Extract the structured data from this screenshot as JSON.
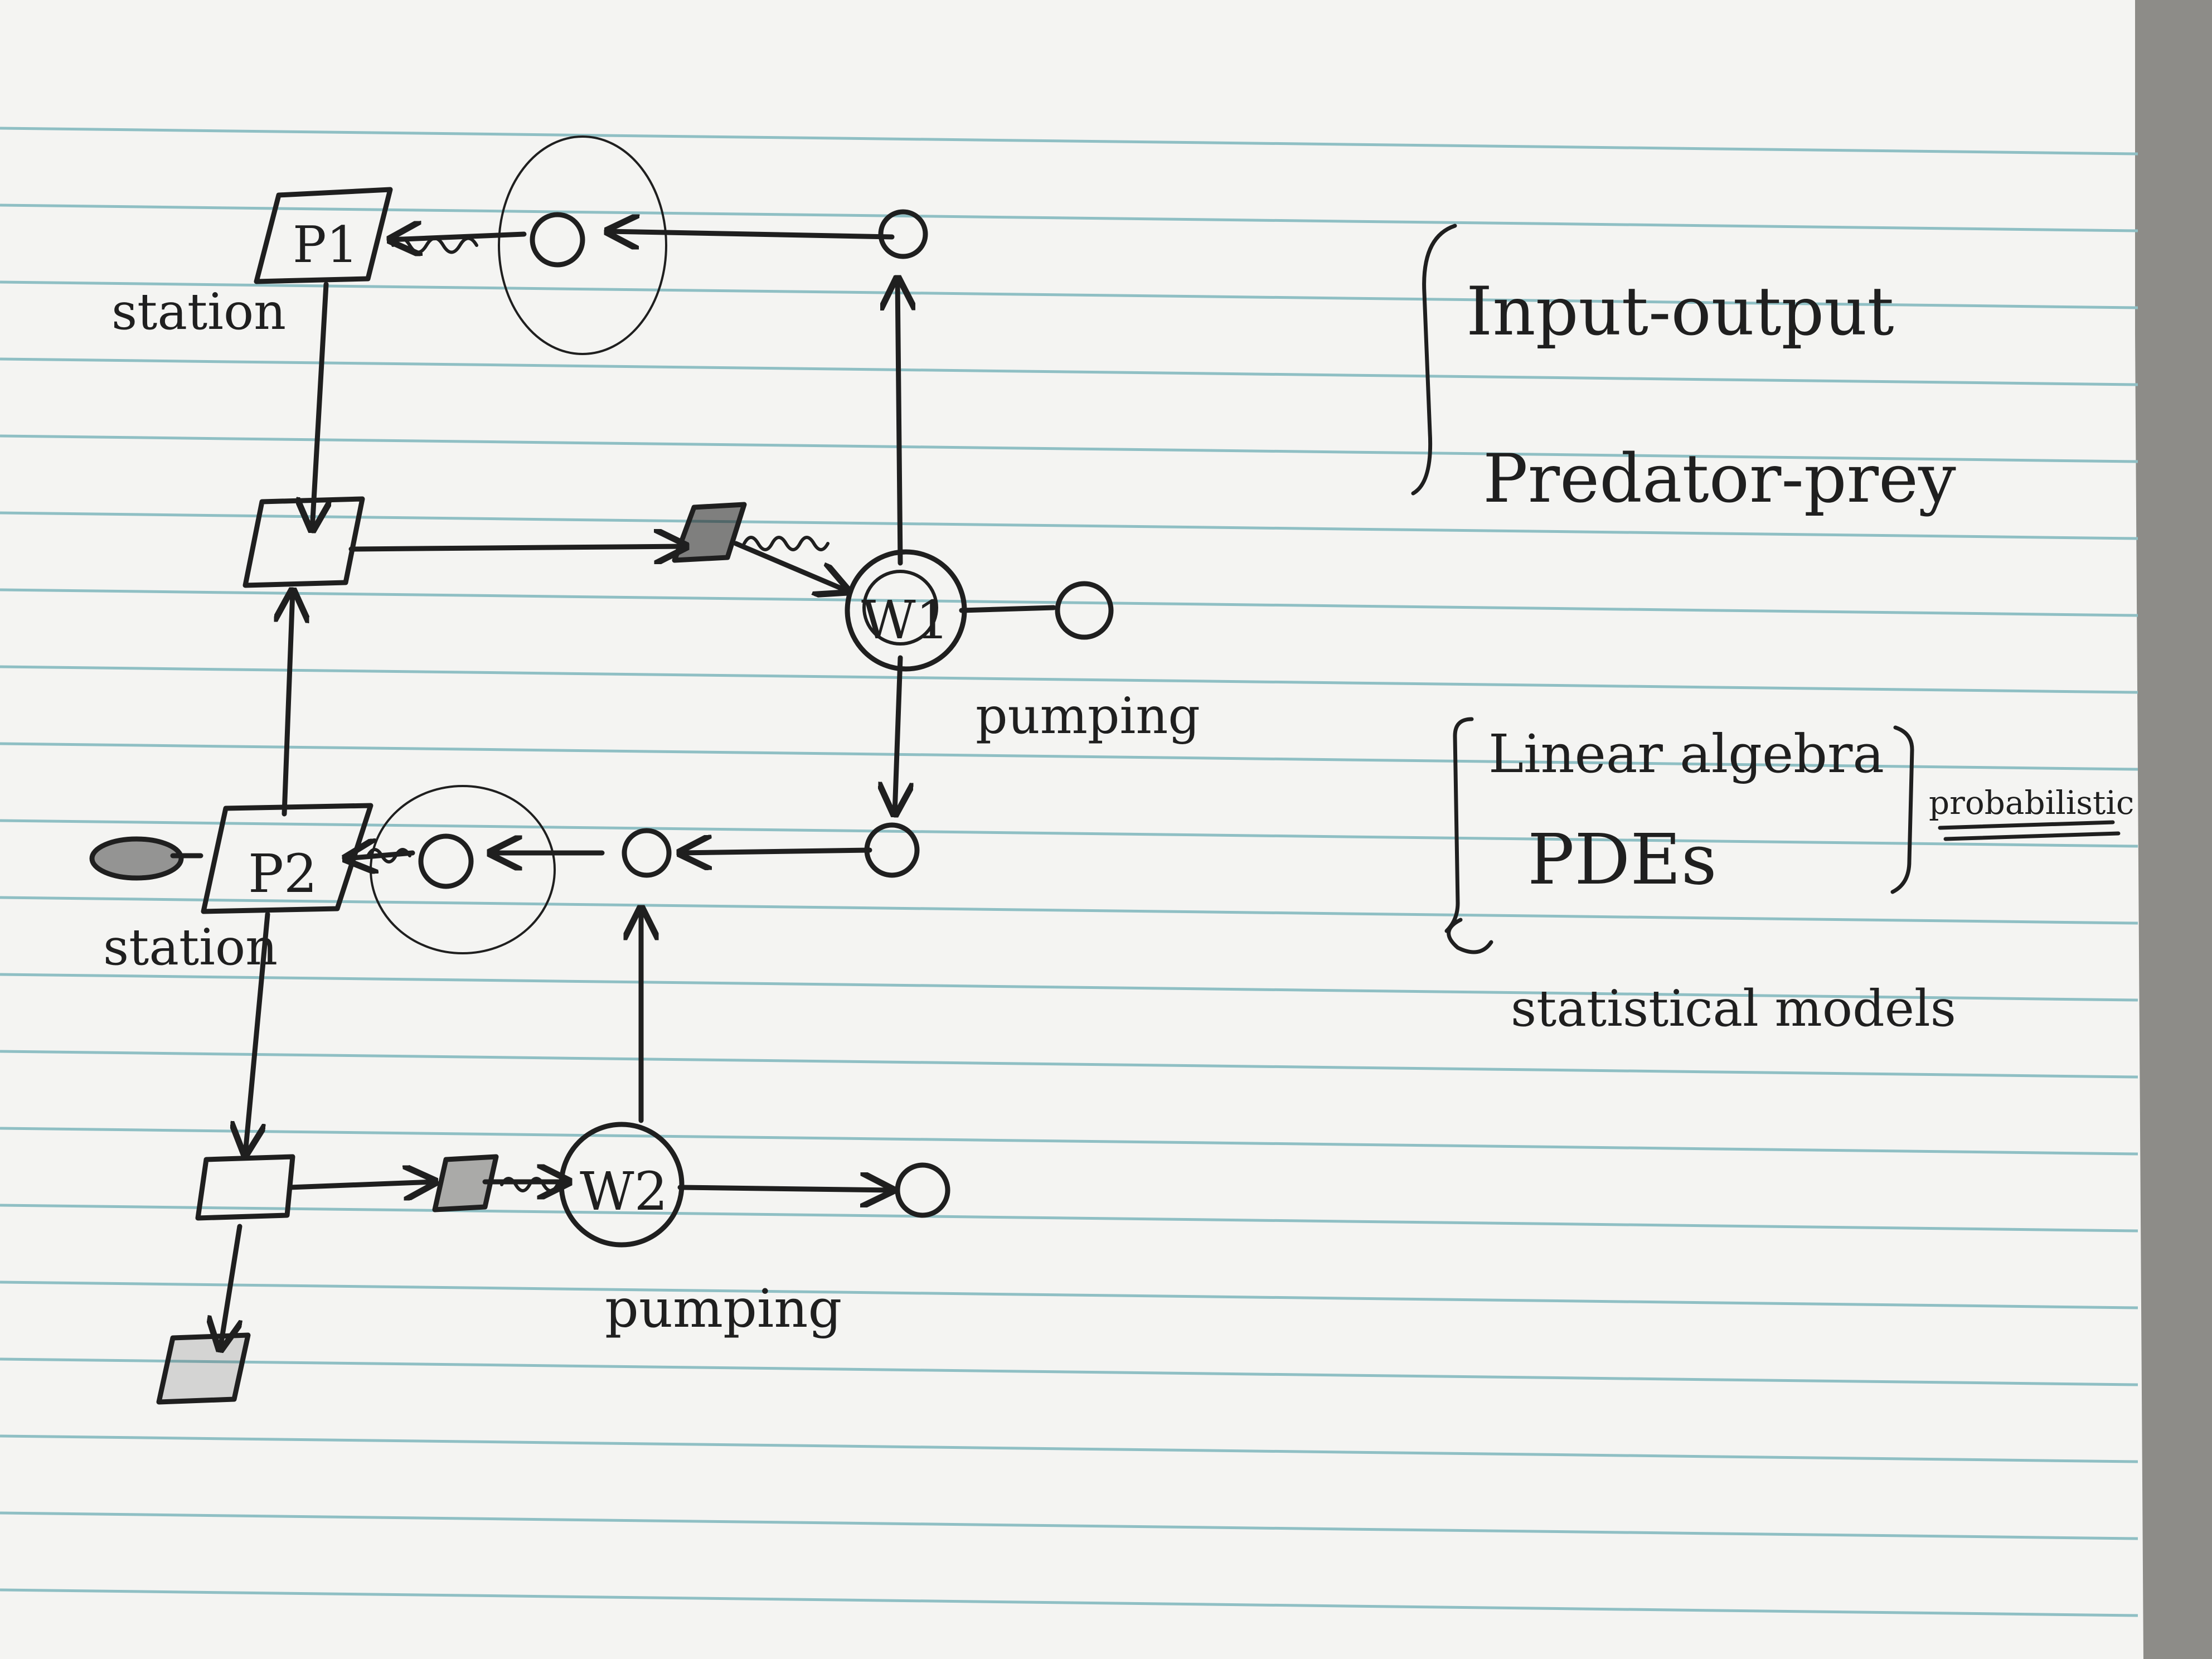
{
  "paper": {
    "background": "#f4f4f2",
    "rule_color": "#8fbfc4",
    "ink_color": "#1f1f1f",
    "desk_color": "#8d8c88"
  },
  "diagram": {
    "nodes": {
      "p1": "P1",
      "p2": "P2",
      "w1": "W1",
      "w2": "W2"
    },
    "labels": {
      "station_top": "station",
      "station_bottom": "station",
      "pumping_right": "pumping",
      "pumping_bottom": "pumping"
    }
  },
  "notes": {
    "group1": [
      "Input-output",
      "Predator-prey"
    ],
    "group2": [
      "Linear algebra",
      "PDEs"
    ],
    "probabilistic": "probabilistic",
    "statistical": "statistical models"
  }
}
